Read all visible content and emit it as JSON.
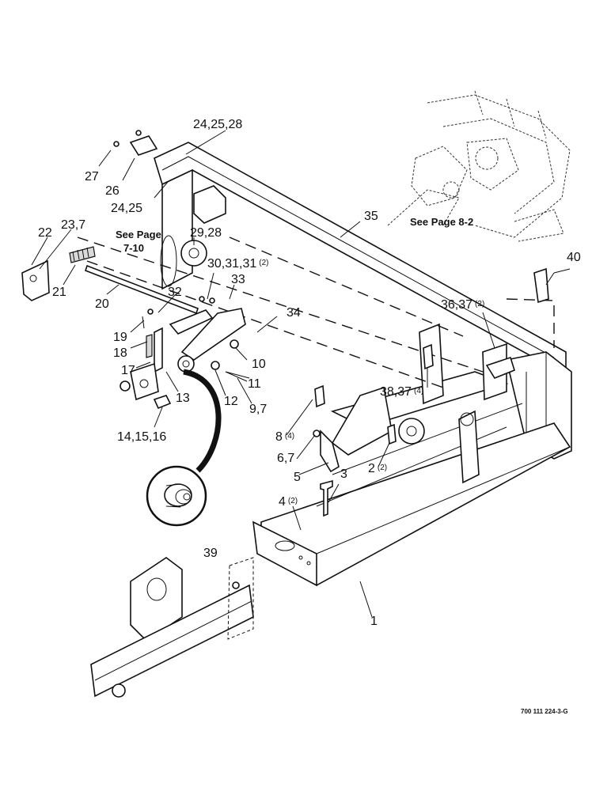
{
  "callouts": [
    {
      "id": "c-24-25-28",
      "label": "24,25,28"
    },
    {
      "id": "c-27",
      "label": "27"
    },
    {
      "id": "c-26",
      "label": "26"
    },
    {
      "id": "c-24-25",
      "label": "24,25"
    },
    {
      "id": "c-35",
      "label": "35"
    },
    {
      "id": "c-22",
      "label": "22"
    },
    {
      "id": "c-23-7",
      "label": "23,7"
    },
    {
      "id": "c-29-28",
      "label": "29,28"
    },
    {
      "id": "c-40",
      "label": "40"
    },
    {
      "id": "c-30-31-31",
      "label": "30,31,31",
      "qty": "(2)"
    },
    {
      "id": "c-21",
      "label": "21"
    },
    {
      "id": "c-33",
      "label": "33"
    },
    {
      "id": "c-20",
      "label": "20"
    },
    {
      "id": "c-32",
      "label": "32"
    },
    {
      "id": "c-36-37",
      "label": "36,37",
      "qty": "(2)"
    },
    {
      "id": "c-34",
      "label": "34"
    },
    {
      "id": "c-19",
      "label": "19"
    },
    {
      "id": "c-18",
      "label": "18"
    },
    {
      "id": "c-10",
      "label": "10"
    },
    {
      "id": "c-17",
      "label": "17"
    },
    {
      "id": "c-11",
      "label": "11"
    },
    {
      "id": "c-38-37",
      "label": "38,37",
      "qty": "(4)"
    },
    {
      "id": "c-13",
      "label": "13"
    },
    {
      "id": "c-12",
      "label": "12"
    },
    {
      "id": "c-9-7",
      "label": "9,7"
    },
    {
      "id": "c-14-15-16",
      "label": "14,15,16"
    },
    {
      "id": "c-8",
      "label": "8",
      "qty": "(4)"
    },
    {
      "id": "c-6-7",
      "label": "6,7"
    },
    {
      "id": "c-2",
      "label": "2",
      "qty": "(2)"
    },
    {
      "id": "c-5",
      "label": "5"
    },
    {
      "id": "c-3",
      "label": "3"
    },
    {
      "id": "c-4",
      "label": "4",
      "qty": "(2)"
    },
    {
      "id": "c-39",
      "label": "39"
    },
    {
      "id": "c-1",
      "label": "1"
    }
  ],
  "page_refs": [
    {
      "id": "ref-7-10-a",
      "text": "See Page"
    },
    {
      "id": "ref-7-10-b",
      "text": "7-10"
    },
    {
      "id": "ref-8-2",
      "text": "See Page 8-2"
    }
  ],
  "figure_number": "700 111 224-3-G"
}
